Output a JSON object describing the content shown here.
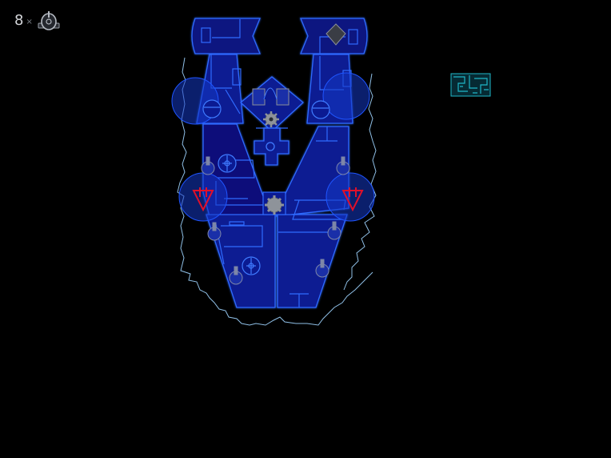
{
  "hud": {
    "remaining_count": "8",
    "times_symbol": "×",
    "counter_icon": "sensor-device-icon"
  },
  "map": {
    "ship_color": "#0a1fd6",
    "outline_color": "#2f6bff",
    "water_line_color": "#9fd4ff",
    "danger_marker_color": "#e0102a",
    "device_color": "#8a8f98",
    "danger_markers": [
      "left-warning-arrow",
      "right-warning-arrow"
    ]
  },
  "minimap": {
    "color": "#1fb7c8",
    "icon": "level-minimap-icon"
  }
}
